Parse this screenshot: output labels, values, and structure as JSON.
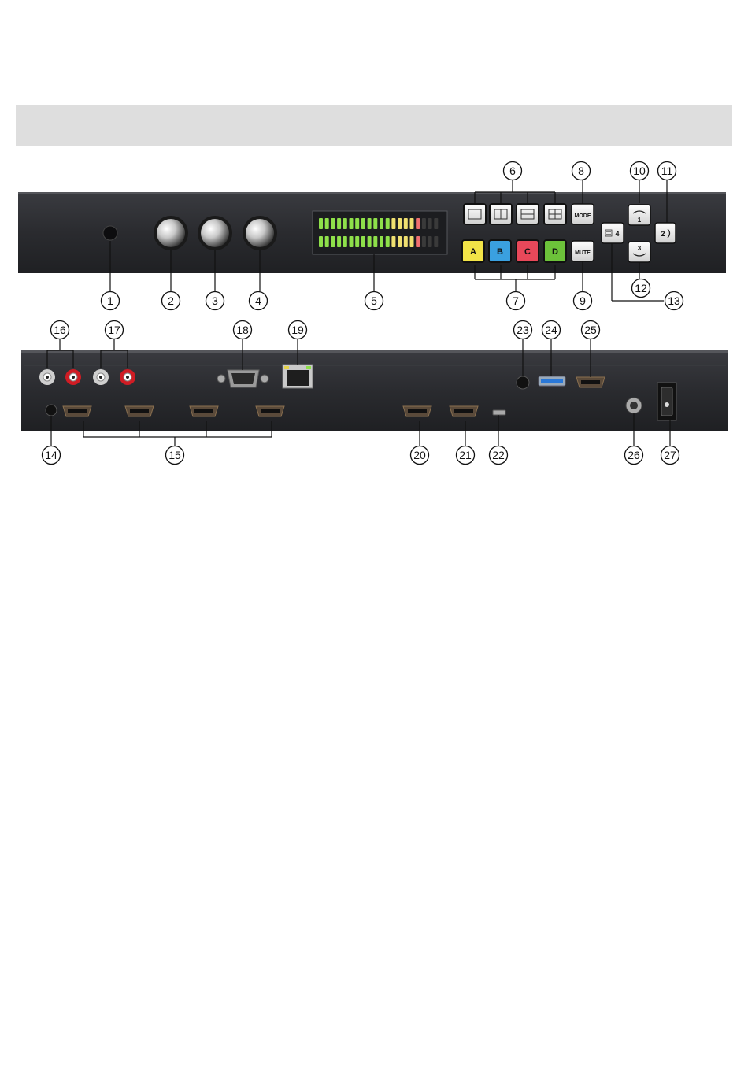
{
  "buttons": {
    "mode_label": "MODE",
    "mute_label": "MUTE",
    "a_label": "A",
    "b_label": "B",
    "c_label": "C",
    "d_label": "D",
    "nav_up_label": "1",
    "nav_right_label": "2",
    "nav_down_label": "3",
    "nav_left_label": "4"
  },
  "callouts": [
    "1",
    "2",
    "3",
    "4",
    "5",
    "6",
    "7",
    "8",
    "9",
    "10",
    "11",
    "12",
    "13",
    "14",
    "15",
    "16",
    "17",
    "18",
    "19",
    "20",
    "21",
    "22",
    "23",
    "24",
    "25",
    "26",
    "27"
  ],
  "colors": {
    "panel": "#2b2c30",
    "button_a": "#f2e447",
    "button_b": "#3aa0e0",
    "button_c": "#e8485a",
    "button_d": "#6cc23a",
    "led_green": "#8ee04a",
    "led_yellow": "#f0e070",
    "led_red": "#f07070",
    "rca_red": "#d01c24",
    "rca_white": "#e6e6e6",
    "usb_blue": "#2a78d8"
  },
  "icons": {
    "layout_buttons": [
      "single-view-icon",
      "side-by-side-icon",
      "pip-icon",
      "quad-view-icon"
    ],
    "nav_left": "menu-icon"
  }
}
